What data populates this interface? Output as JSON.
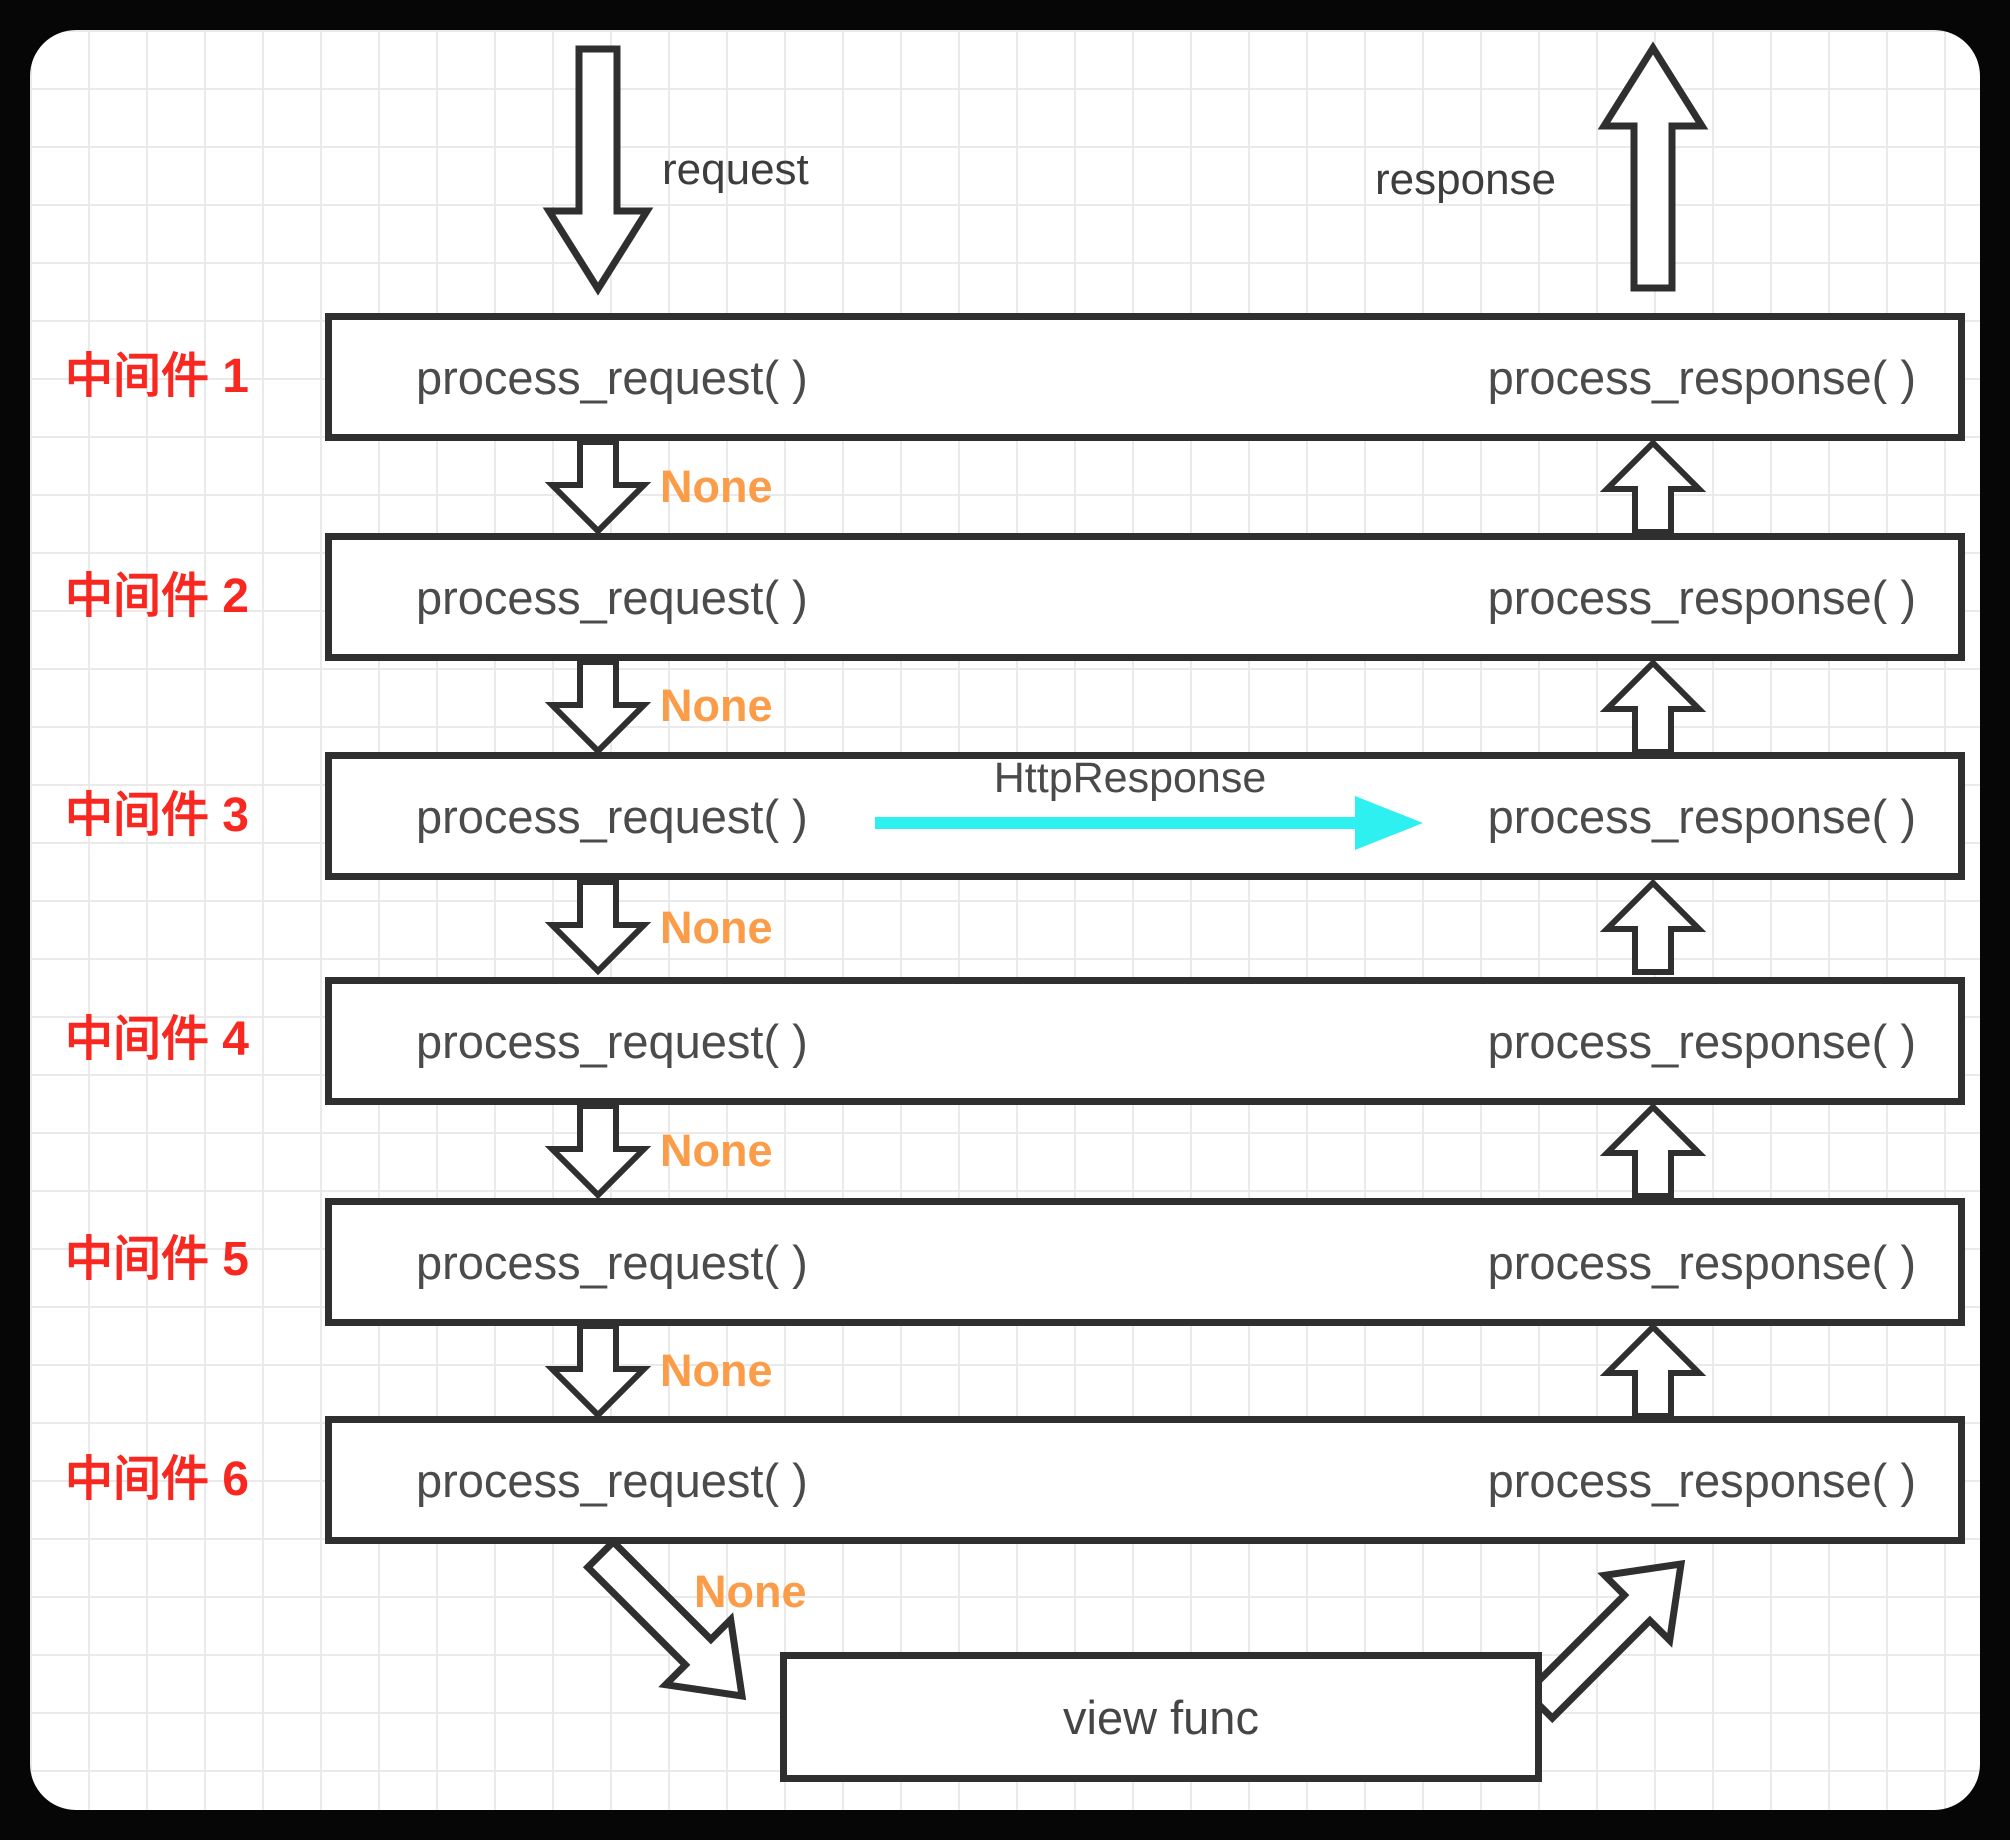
{
  "diagram": {
    "title_semantic": "Django middleware request/response flow",
    "labels": {
      "request": "request",
      "response": "response",
      "none": "None",
      "http_response": "HttpResponse",
      "process_request": "process_request( )",
      "process_response": "process_response( )",
      "view_func": "view func"
    },
    "middlewares": [
      {
        "name": "中间件 1"
      },
      {
        "name": "中间件 2"
      },
      {
        "name": "中间件 3"
      },
      {
        "name": "中间件 4"
      },
      {
        "name": "中间件 5"
      },
      {
        "name": "中间件 6"
      }
    ],
    "colors": {
      "middleware_label": "#f8271f",
      "none_label": "#fb9c49",
      "http_response_arrow": "#2ef0f0",
      "box_border": "#2f2f2f",
      "box_text": "#4b4b4b",
      "flow_label_text": "#3d3d3d",
      "panel_background": "#ffffff",
      "grid_line": "#eaeaea",
      "frame_background": "#060606"
    }
  }
}
